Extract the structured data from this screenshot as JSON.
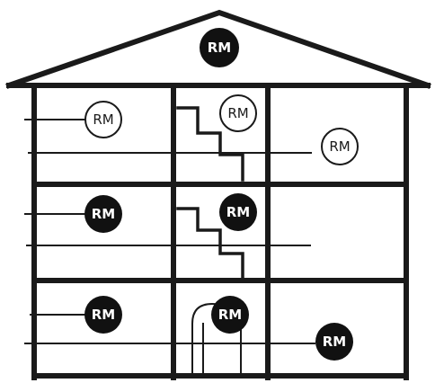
{
  "diagram": {
    "node_label": "RM",
    "colors": {
      "ink": "#111111",
      "paper": "#ffffff"
    },
    "nodes": [
      {
        "id": "roof",
        "style": "filled"
      },
      {
        "id": "floor3-left",
        "style": "outline"
      },
      {
        "id": "floor3-stair",
        "style": "outline"
      },
      {
        "id": "floor3-right",
        "style": "outline"
      },
      {
        "id": "floor2-left",
        "style": "filled"
      },
      {
        "id": "floor2-stair",
        "style": "filled"
      },
      {
        "id": "floor1-left",
        "style": "filled"
      },
      {
        "id": "floor1-stair",
        "style": "filled"
      },
      {
        "id": "floor1-right",
        "style": "filled"
      }
    ]
  }
}
